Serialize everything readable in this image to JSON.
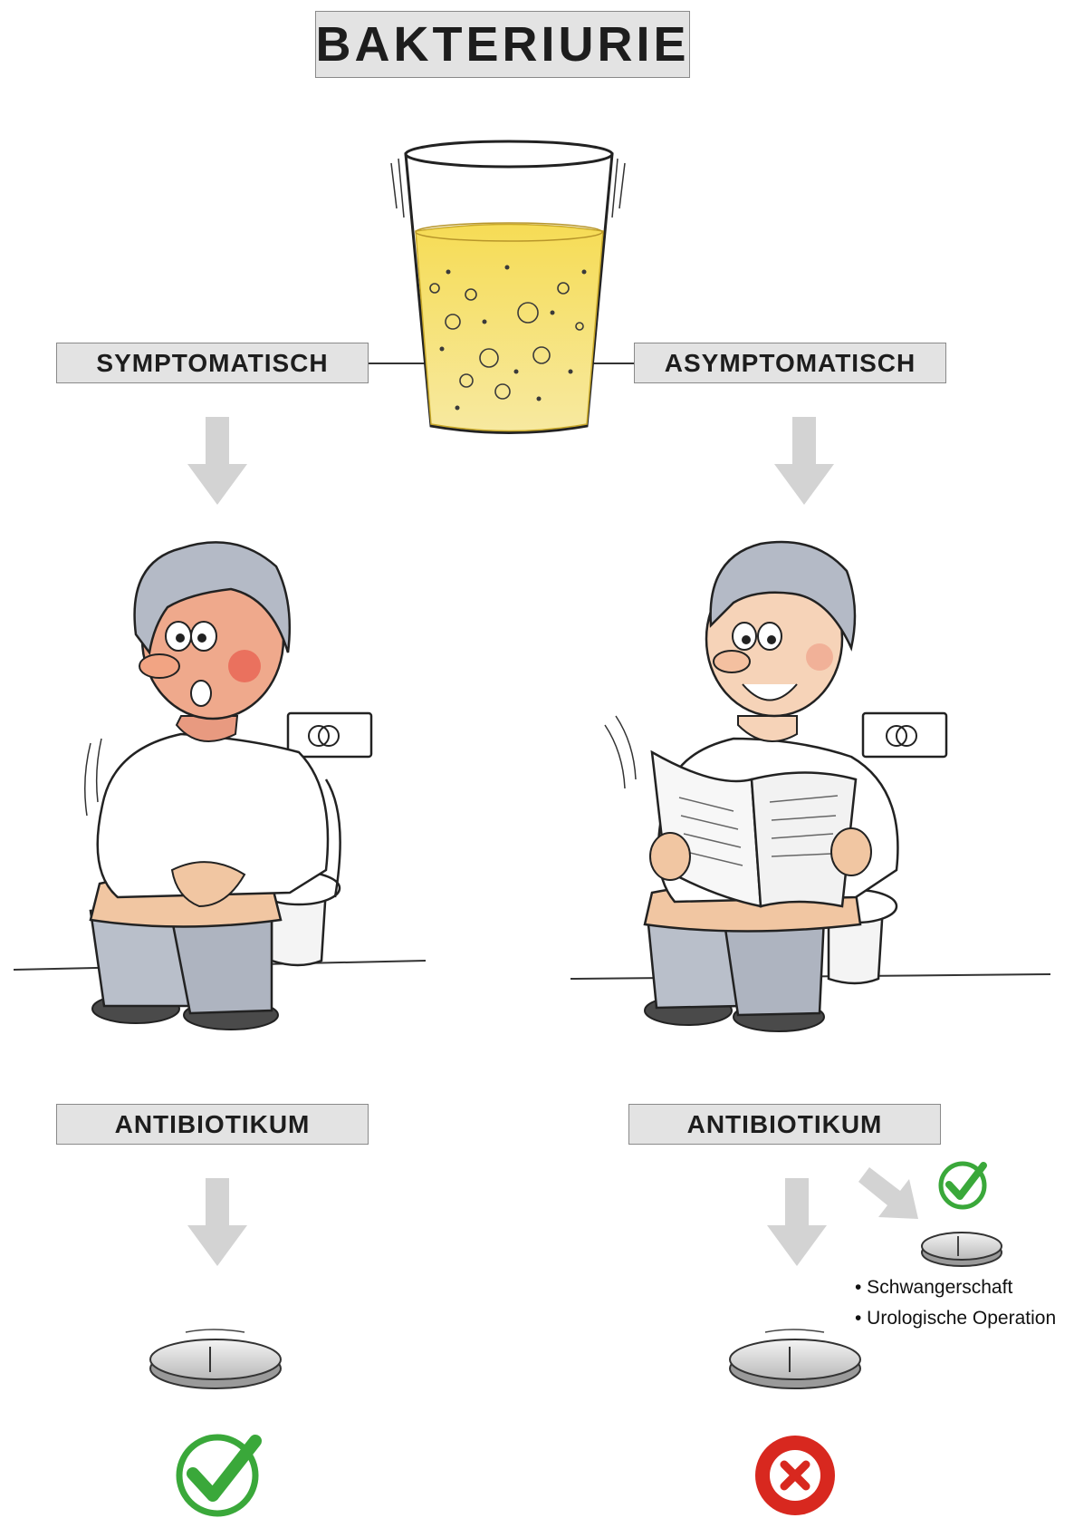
{
  "title": "BAKTERIURIE",
  "branches": {
    "left": {
      "label": "SYMPTOMATISCH",
      "treatment": "ANTIBIOTIKUM",
      "outcome_icon": "green-check-icon"
    },
    "right": {
      "label": "ASYMPTOMATISCH",
      "treatment": "ANTIBIOTIKUM",
      "outcome_icon": "red-x-icon",
      "exceptions": {
        "icon": "green-check-icon",
        "items": [
          "• Schwangerschaft",
          "• Urologische Operation"
        ]
      }
    }
  },
  "colors": {
    "box_fill": "#e3e3e3",
    "arrow": "#d3d3d3",
    "check_green": "#3aa83a",
    "cross_red": "#d8281f",
    "urine": "#f2d34a"
  }
}
